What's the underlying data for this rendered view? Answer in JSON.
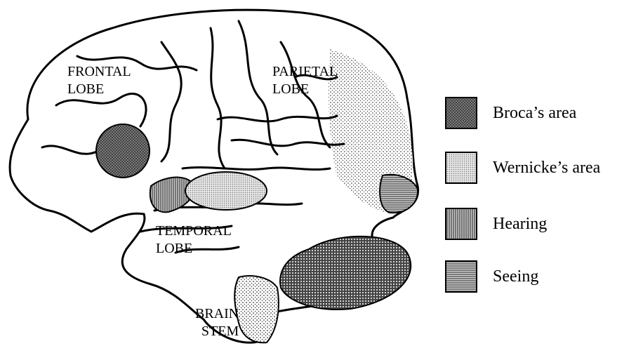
{
  "labels": {
    "frontal": "FRONTAL\nLOBE",
    "parietal": "PARIETAL\nLOBE",
    "temporal": "TEMPORAL\nLOBE",
    "brainstem": "BRAIN\nSTEM"
  },
  "legend": [
    {
      "label": "Broca’s area",
      "pattern": "crosshatch-dark"
    },
    {
      "label": "Wernicke’s area",
      "pattern": "dots-light"
    },
    {
      "label": "Hearing",
      "pattern": "vertical-lines"
    },
    {
      "label": "Seeing",
      "pattern": "horizontal-lines"
    }
  ]
}
